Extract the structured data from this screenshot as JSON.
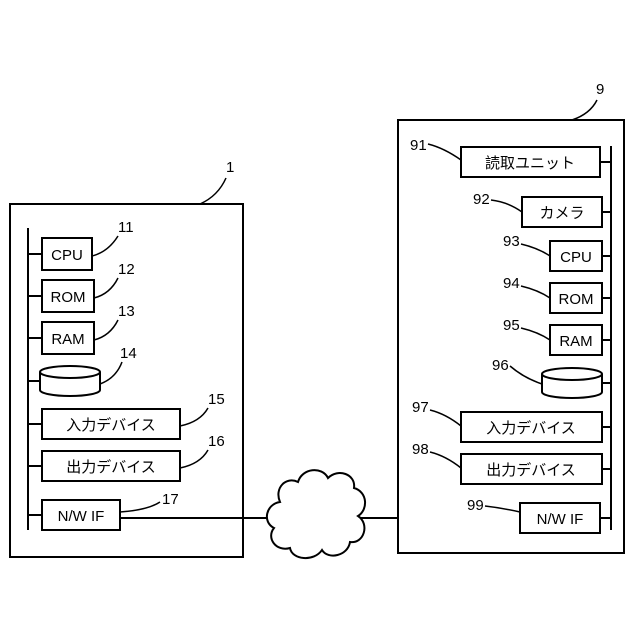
{
  "left_device": {
    "ref": "1",
    "units": [
      {
        "ref": "11",
        "label": "CPU"
      },
      {
        "ref": "12",
        "label": "ROM"
      },
      {
        "ref": "13",
        "label": "RAM"
      },
      {
        "ref": "14",
        "label": ""
      },
      {
        "ref": "15",
        "label": "入力デバイス"
      },
      {
        "ref": "16",
        "label": "出力デバイス"
      },
      {
        "ref": "17",
        "label": "N/W IF"
      }
    ]
  },
  "right_device": {
    "ref": "9",
    "units": [
      {
        "ref": "91",
        "label": "読取ユニット"
      },
      {
        "ref": "92",
        "label": "カメラ"
      },
      {
        "ref": "93",
        "label": "CPU"
      },
      {
        "ref": "94",
        "label": "ROM"
      },
      {
        "ref": "95",
        "label": "RAM"
      },
      {
        "ref": "96",
        "label": ""
      },
      {
        "ref": "97",
        "label": "入力デバイス"
      },
      {
        "ref": "98",
        "label": "出力デバイス"
      },
      {
        "ref": "99",
        "label": "N/W IF"
      }
    ]
  }
}
